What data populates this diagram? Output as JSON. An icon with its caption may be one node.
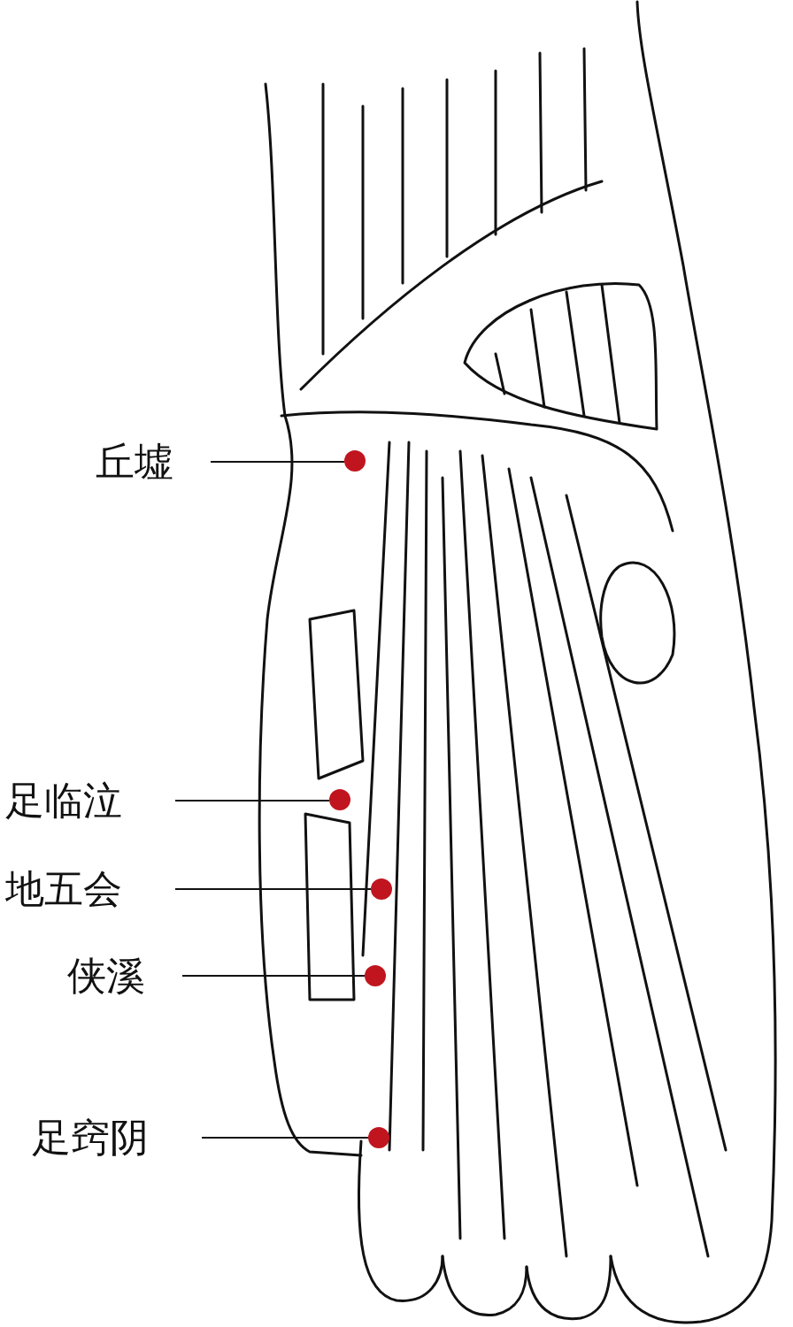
{
  "diagram": {
    "nodes": [
      {
        "text": [
          "丘墟"
        ]
      },
      {
        "text": [
          "足临泣"
        ]
      },
      {
        "text": [
          "地五会"
        ]
      },
      {
        "text": [
          "侠溪"
        ]
      },
      {
        "text": [
          "足窍阴"
        ]
      },
      {
        "text": [],
        "shape": "circle"
      },
      {
        "text": [],
        "shape": "circle"
      },
      {
        "text": [],
        "shape": "circle"
      },
      {
        "text": [],
        "shape": "circle"
      },
      {
        "text": [],
        "shape": "circle"
      }
    ],
    "edges": [
      {
        "from": 0,
        "to": 5,
        "arrow": "none"
      },
      {
        "from": 1,
        "to": 6,
        "arrow": "none"
      },
      {
        "from": 2,
        "to": 7,
        "arrow": "none"
      },
      {
        "from": 3,
        "to": 8,
        "arrow": "none"
      },
      {
        "from": 4,
        "to": 9,
        "arrow": "none"
      }
    ]
  }
}
